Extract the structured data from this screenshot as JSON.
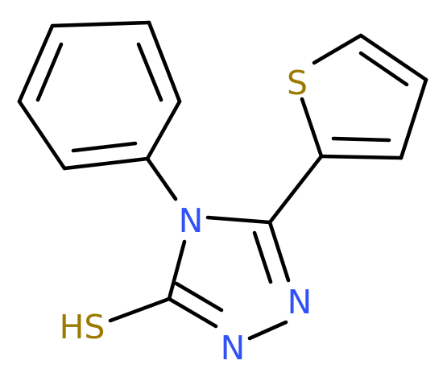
{
  "labels": {
    "n4": "N",
    "n1": "N",
    "n2": "N",
    "s_thiophene": "S",
    "sh": "HS"
  },
  "colors": {
    "bond": "#000000",
    "nitrogen": "#3050F8",
    "sulfur": "#9C7A00",
    "background": "#ffffff"
  }
}
